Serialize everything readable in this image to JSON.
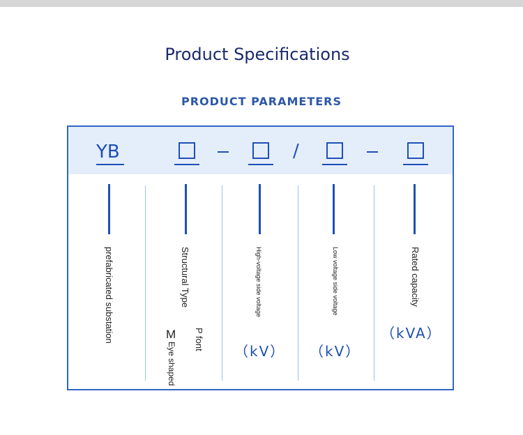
{
  "heading": {
    "title": "Product Specifications",
    "subtitle": "PRODUCT PARAMETERS"
  },
  "code": {
    "prefix": "YB",
    "separator_1": "–",
    "separator_2": "/",
    "separator_3": "–"
  },
  "columns": [
    {
      "label": "prefabricated substation"
    },
    {
      "label": "Structural Type",
      "options": [
        {
          "letter": "M",
          "text": "Eye shaped"
        },
        {
          "text": "P font"
        }
      ]
    },
    {
      "label": "High-voltage side voltage",
      "unit": "（kV）"
    },
    {
      "label": "Low voltage side voltage",
      "unit": "（kV）"
    },
    {
      "label": "Rated capacity",
      "unit": "（kVA）"
    }
  ],
  "colors": {
    "accent": "#1e4fb5",
    "band": "#e4eefa",
    "border": "#2f66c6",
    "title": "#1b2a6b"
  }
}
